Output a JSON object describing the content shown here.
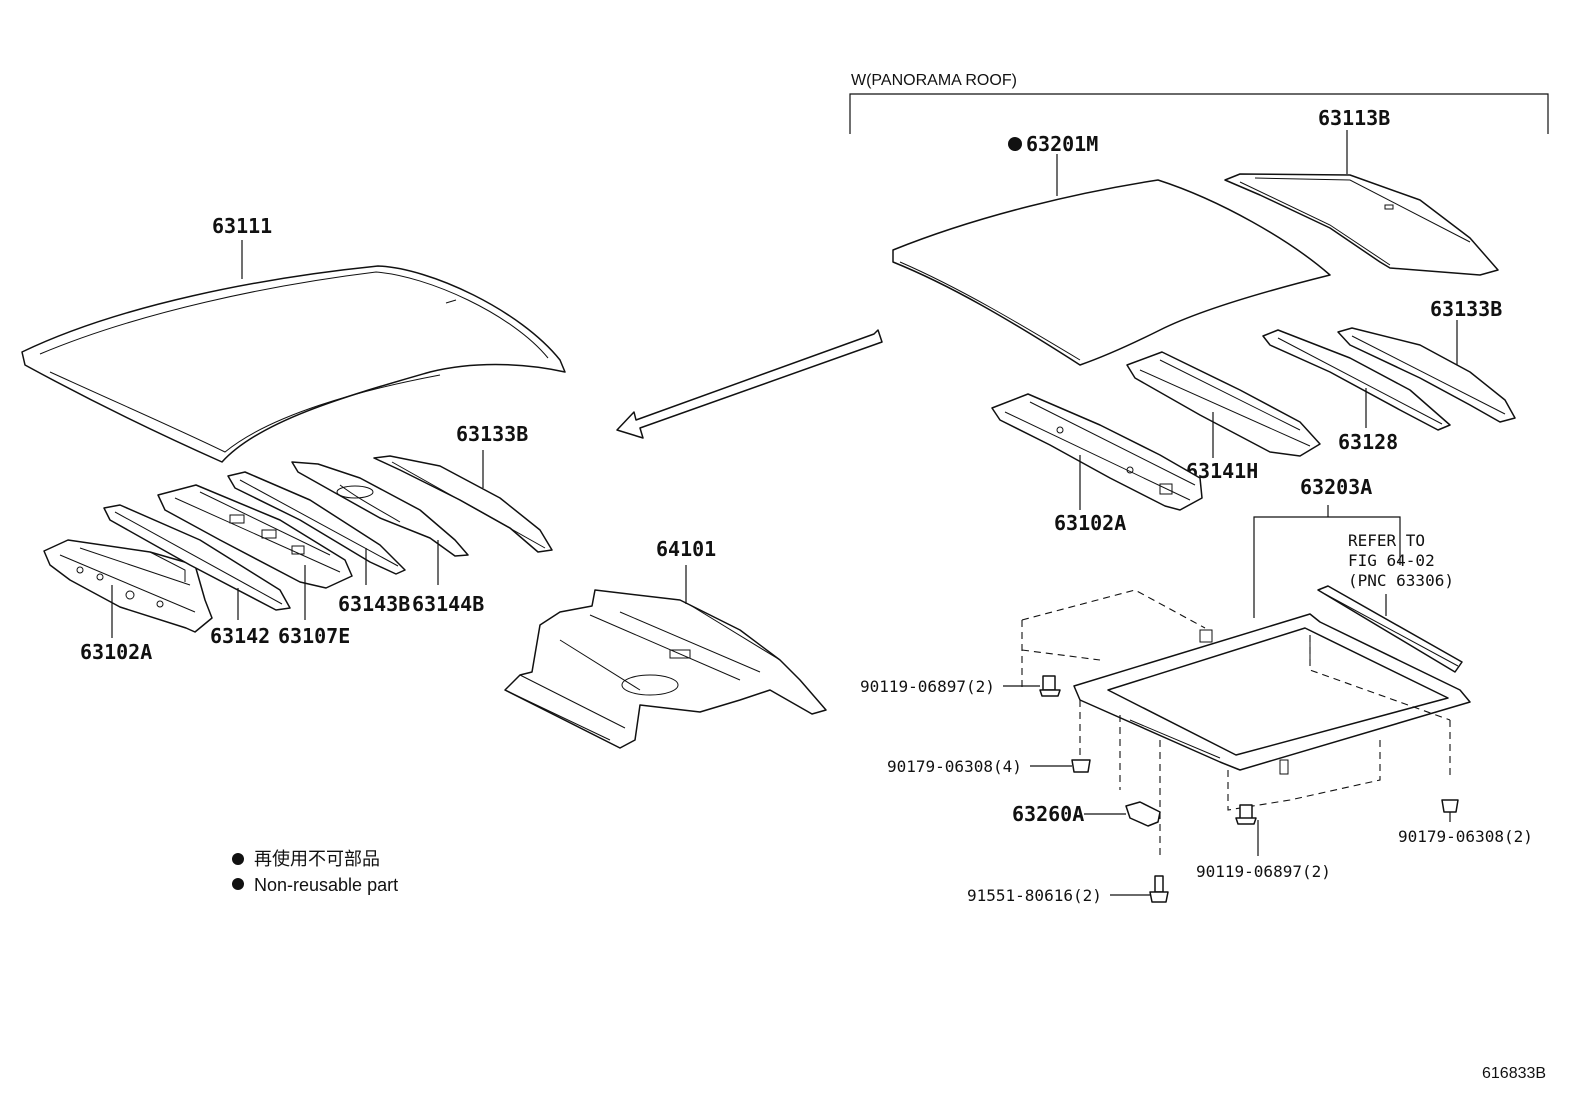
{
  "header": {
    "variant": "W(PANORAMA ROOF)"
  },
  "labels": {
    "p63111": "63111",
    "p63133b_left": "63133B",
    "p63102a_left": "63102A",
    "p63142": "63142",
    "p63107e": "63107E",
    "p63143b": "63143B",
    "p63144b": "63144B",
    "p64101": "64101",
    "p63201m": "63201M",
    "p63113b": "63113B",
    "p63133b_right": "63133B",
    "p63128": "63128",
    "p63141h": "63141H",
    "p63102a_right": "63102A",
    "p63203a": "63203A",
    "refer_line1": "REFER TO",
    "refer_line2": "FIG 64-02",
    "refer_line3": "(PNC 63306)",
    "f90119_top": "90119-06897(2)",
    "f90179_left": "90179-06308(4)",
    "p63260a": "63260A",
    "f91551": "91551-80616(2)",
    "f90119_bottom": "90119-06897(2)",
    "f90179_right": "90179-06308(2)"
  },
  "legend": {
    "line_jp": "再使用不可部品",
    "line_en": "Non-reusable part"
  },
  "footer": {
    "figure_id": "616833B"
  }
}
